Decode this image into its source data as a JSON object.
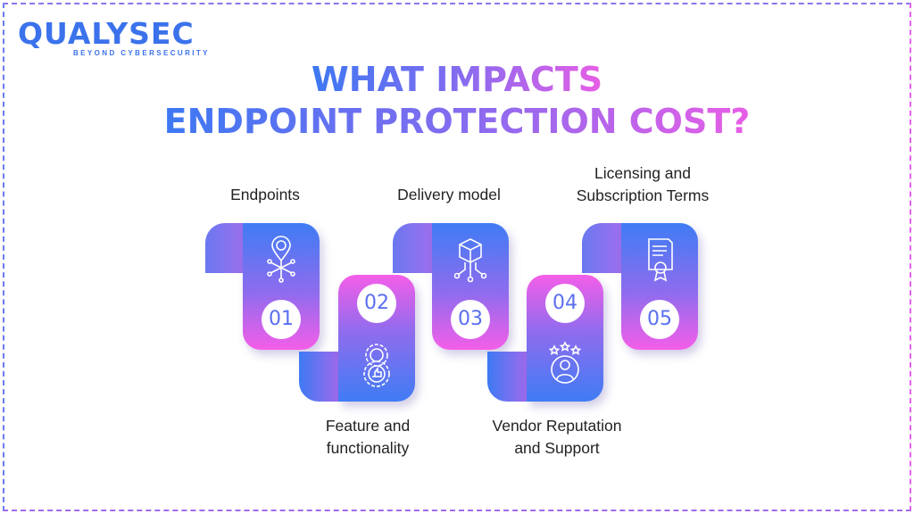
{
  "logo": {
    "name": "QUALYSEC",
    "tagline": "BEYOND CYBERSECURITY"
  },
  "title": {
    "line1": "WHAT IMPACTS",
    "line2": "ENDPOINT PROTECTION COST?"
  },
  "items": [
    {
      "number": "01",
      "label1": "Endpoints",
      "label2": "",
      "icon": "location-network-icon"
    },
    {
      "number": "02",
      "label1": "Feature and",
      "label2": "functionality",
      "icon": "gear-thumbs-up-icon"
    },
    {
      "number": "03",
      "label1": "Delivery model",
      "label2": "",
      "icon": "cube-network-icon"
    },
    {
      "number": "04",
      "label1": "Vendor Reputation",
      "label2": "and Support",
      "icon": "person-stars-icon"
    },
    {
      "number": "05",
      "label1": "Licensing and",
      "label2": "Subscription Terms",
      "icon": "certificate-icon"
    }
  ],
  "colors": {
    "blue": "#3f7cf4",
    "pink": "#f45ee8"
  }
}
